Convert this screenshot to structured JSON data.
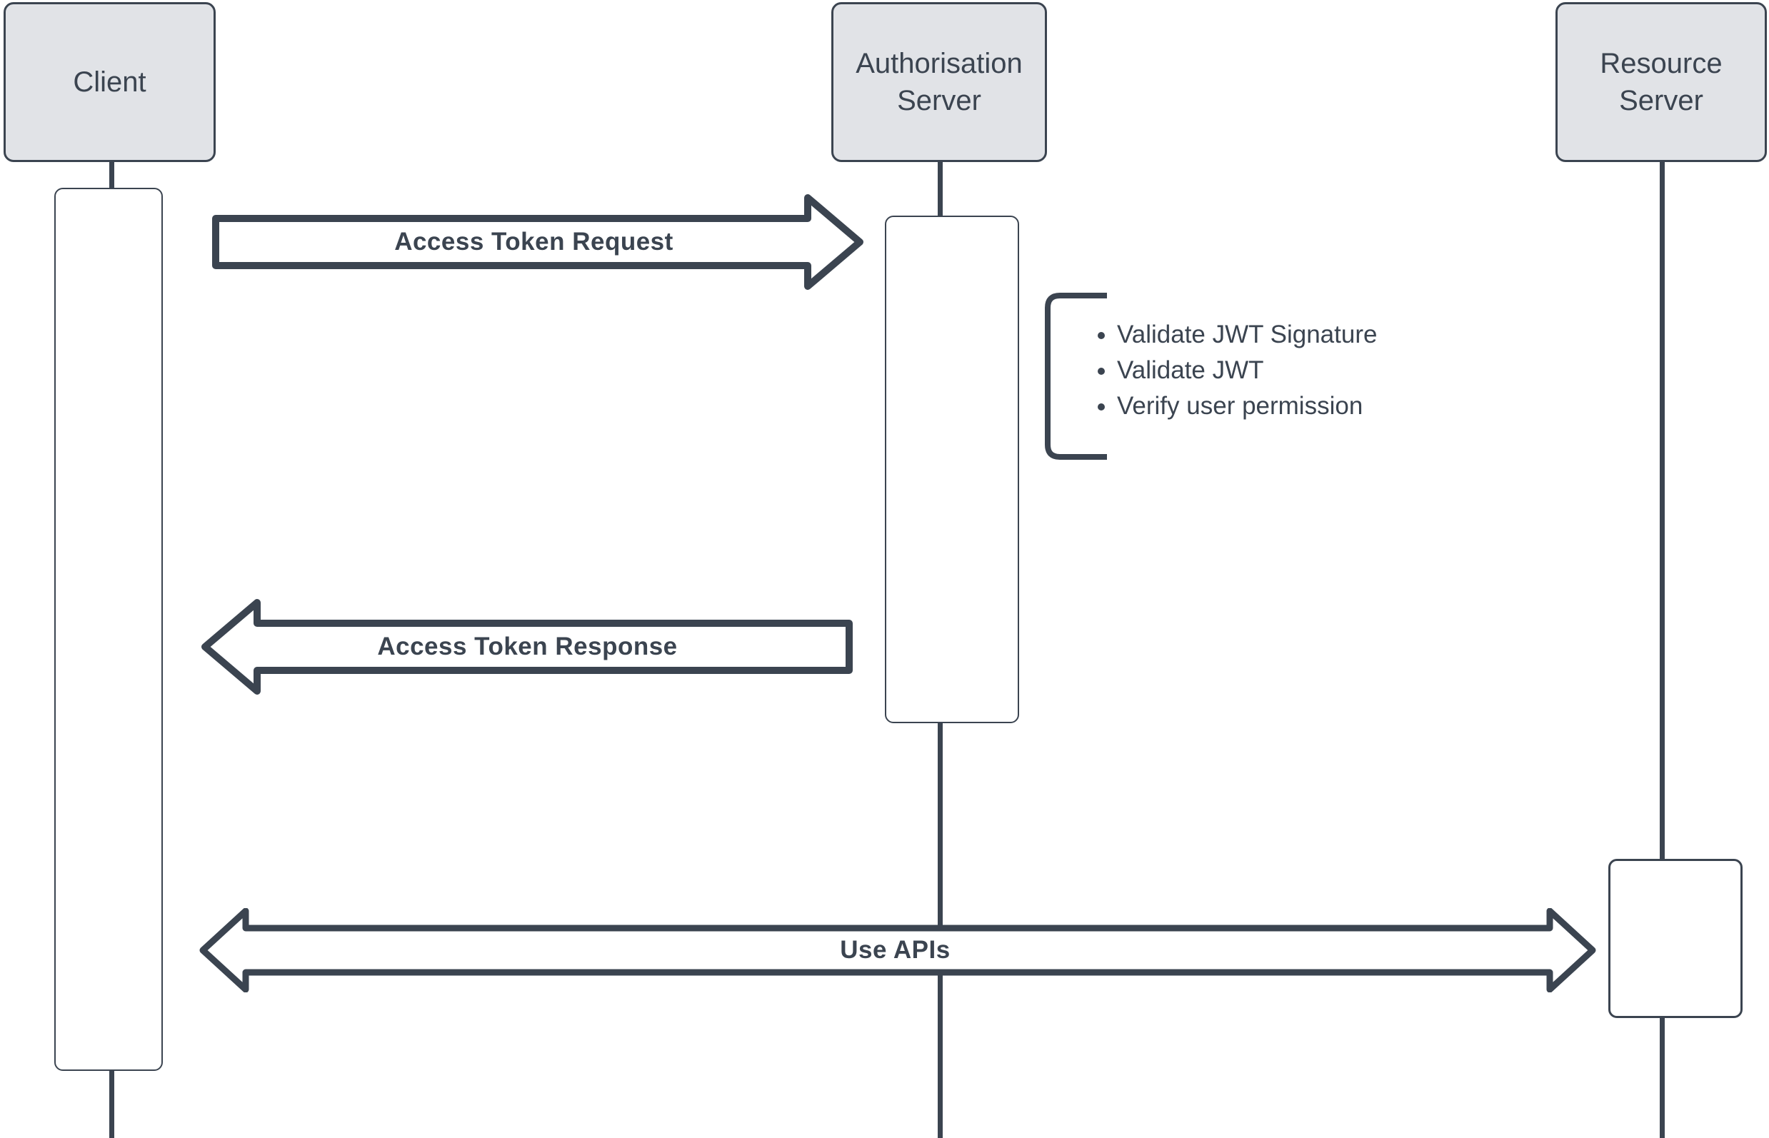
{
  "actors": [
    {
      "label": "Client"
    },
    {
      "label": "Authorisation Server"
    },
    {
      "label": "Resource Server"
    }
  ],
  "messages": [
    {
      "label": "Access Token Request",
      "from": "Client",
      "to": "Authorisation Server",
      "direction": "right"
    },
    {
      "label": "Access Token Response",
      "from": "Authorisation Server",
      "to": "Client",
      "direction": "left"
    },
    {
      "label": "Use APIs",
      "from": "Client",
      "to": "Resource Server",
      "direction": "both"
    }
  ],
  "note": {
    "items": [
      "Validate JWT Signature",
      "Validate JWT",
      "Verify user permission"
    ]
  },
  "colors": {
    "stroke": "#3b4450",
    "actor_fill": "#e1e3e7",
    "background": "#ffffff"
  }
}
